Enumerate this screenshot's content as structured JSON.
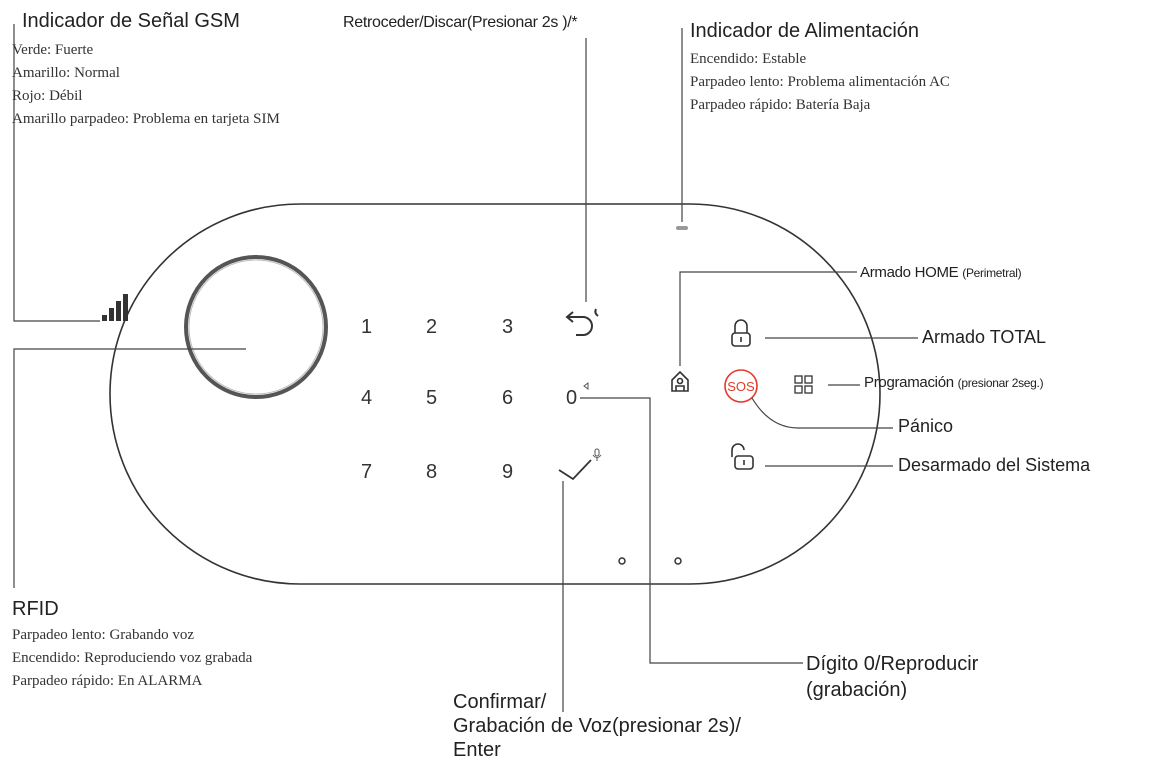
{
  "gsm": {
    "title": "Indicador de Señal GSM",
    "lines": [
      "Verde: Fuerte",
      "Amarillo: Normal",
      "Rojo: Débil",
      "Amarillo parpadeo: Problema en tarjeta SIM"
    ]
  },
  "back": {
    "title": "Retroceder/Discar(Presionar 2s )/*"
  },
  "power": {
    "title": "Indicador de Alimentación",
    "lines": [
      "Encendido: Estable",
      "Parpadeo lento:  Problema alimentación AC",
      "Parpadeo rápido: Batería Baja"
    ]
  },
  "rfid": {
    "title": "RFID",
    "lines": [
      "Parpadeo lento: Grabando voz",
      "Encendido: Reproduciendo voz grabada",
      "Parpadeo rápido: En ALARMA"
    ]
  },
  "labels": {
    "home_main": "Armado HOME",
    "home_sub": "(Perimetral)",
    "total": "Armado TOTAL",
    "prog_main": "Programación",
    "prog_sub": "(presionar 2seg.)",
    "panic": "Pánico",
    "disarm": "Desarmado del Sistema",
    "digit0_line1": "Dígito 0/Reproducir",
    "digit0_line2": "(grabación)",
    "confirm_line1": "Confirmar/",
    "confirm_line2": "Grabación de Voz(presionar 2s)/",
    "confirm_line3": "Enter"
  },
  "keypad": {
    "row1": [
      "1",
      "2",
      "3"
    ],
    "row2": [
      "4",
      "5",
      "6",
      "0"
    ],
    "row3": [
      "7",
      "8",
      "9"
    ],
    "sos": "SOS"
  },
  "colors": {
    "sos_red": "#e23b2a",
    "line": "#444444"
  }
}
